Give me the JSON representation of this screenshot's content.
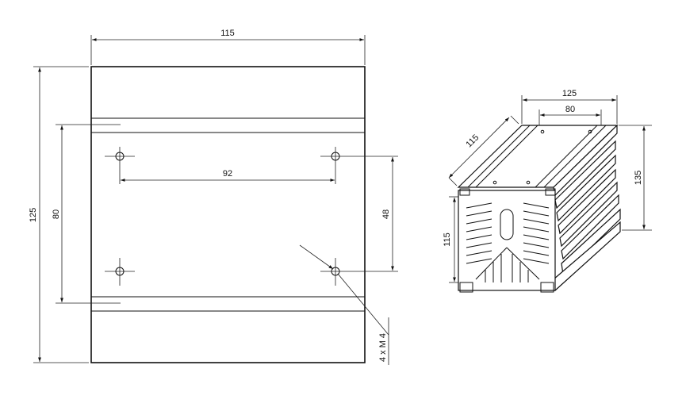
{
  "colors": {
    "line": "#111111",
    "background": "#ffffff"
  },
  "front_view": {
    "width_label": "115",
    "height_label": "125",
    "hole_vertical_span_label": "80",
    "hole_horizontal_pitch_label": "92",
    "hole_vertical_pitch_label": "48",
    "thread_label": "4 x M 4"
  },
  "iso_view": {
    "length_label": "115",
    "width_label": "125",
    "rail_spacing_label": "80",
    "height_label": "135",
    "fin_height_label": "115"
  }
}
